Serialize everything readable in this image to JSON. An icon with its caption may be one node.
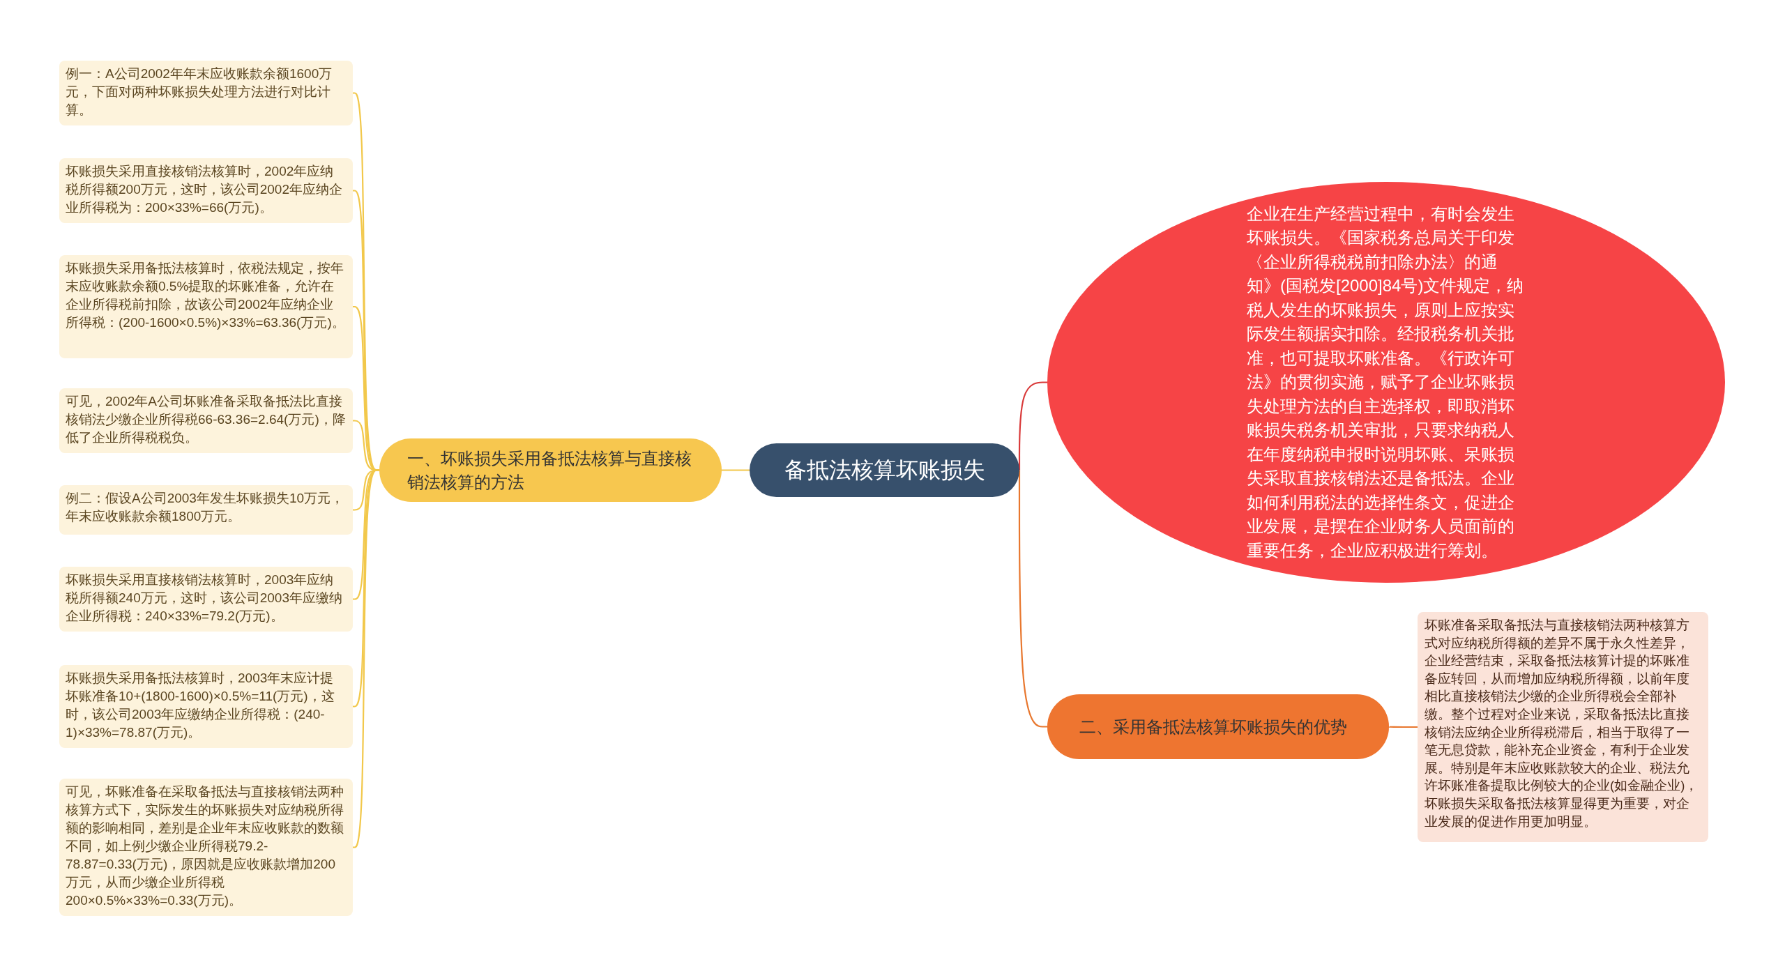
{
  "diagram": {
    "nodes": [
      {
        "text": [
          "备抵法核算坏账损失"
        ]
      },
      {
        "text": [
          "一、坏账损失采用备抵法核算与直接核销法核算的方法"
        ]
      },
      {
        "text": [
          "例一：A公司2002年年末应收账款余额1600万元，下面对两种坏账损失处理方法进行对比计算。"
        ]
      },
      {
        "text": [
          "坏账损失采用直接核销法核算时，2002年应纳税所得额200万元，这时，该公司2002年应纳企业所得税为：200×33%=66(万元)。"
        ]
      },
      {
        "text": [
          "坏账损失采用备抵法核算时，依税法规定，按年末应收账款余额0.5%提取的坏账准备，允许在企业所得税前扣除，故该公司2002年应纳企业所得税：(200-1600×0.5%)×33%=63.36(万元)。"
        ]
      },
      {
        "text": [
          "可见，2002年A公司坏账准备采取备抵法比直接核销法少缴企业所得税66-63.36=2.64(万元)，降低了企业所得税税负。"
        ]
      },
      {
        "text": [
          "例二：假设A公司2003年发生坏账损失10万元，年末应收账款余额1800万元。"
        ]
      },
      {
        "text": [
          "坏账损失采用直接核销法核算时，2003年应纳税所得额240万元，这时，该公司2003年应缴纳企业所得税：240×33%=79.2(万元)。"
        ]
      },
      {
        "text": [
          "坏账损失采用备抵法核算时，2003年末应计提坏账准备10+(1800-1600)×0.5%=11(万元)，这时，该公司2003年应缴纳企业所得税：(240-1)×33%=78.87(万元)。"
        ]
      },
      {
        "text": [
          "可见，坏账准备在采取备抵法与直接核销法两种核算方式下，实际发生的坏账损失对应纳税所得额的影响相同，差别是企业年末应收账款的数额不同，如上例少缴企业所得税79.2-78.87=0.33(万元)，原因就是应收账款增加200万元，从而少缴企业所得税200×0.5%×33%=0.33(万元)。"
        ]
      },
      {
        "text": [
          "企业在生产经营过程中，有时会发生坏账损失。《国家税务总局关于印发〈企业所得税税前扣除办法〉的通知》(国税发[2000]84号)文件规定，纳税人发生的坏账损失，原则上应按实际发生额据实扣除。经报税务机关批准，也可提取坏账准备。《行政许可法》的贯彻实施，赋予了企业坏账损失处理方法的自主选择权，即取消坏账损失税务机关审批，只要求纳税人在年度纳税申报时说明坏账、呆账损失采取直接核销法还是备抵法。企业如何利用税法的选择性条文，促进企业发展，是摆在企业财务人员面前的重要任务，企业应积极进行筹划。"
        ]
      },
      {
        "text": [
          "二、采用备抵法核算坏账损失的优势"
        ]
      },
      {
        "text": [
          "坏账准备采取备抵法与直接核销法两种核算方式对应纳税所得额的差异不属于永久性差异，企业经营结束，采取备抵法核算计提的坏账准备应转回，从而增加应纳税所得额，以前年度相比直接核销法少缴的企业所得税会全部补缴。整个过程对企业来说，采取备抵法比直接核销法应纳企业所得税滞后，相当于取得了一笔无息贷款，能补充企业资金，有利于企业发展。特别是年末应收账款较大的企业、税法允许坏账准备提取比例较大的企业(如金融企业)，坏账损失采取备抵法核算显得更为重要，对企业发展的促进作用更加明显。"
        ]
      }
    ],
    "edges": [
      {
        "from": 0,
        "to": 1,
        "arrow": "none"
      },
      {
        "from": 1,
        "to": 2,
        "arrow": "none"
      },
      {
        "from": 1,
        "to": 3,
        "arrow": "none"
      },
      {
        "from": 1,
        "to": 4,
        "arrow": "none"
      },
      {
        "from": 1,
        "to": 5,
        "arrow": "none"
      },
      {
        "from": 1,
        "to": 6,
        "arrow": "none"
      },
      {
        "from": 1,
        "to": 7,
        "arrow": "none"
      },
      {
        "from": 1,
        "to": 8,
        "arrow": "none"
      },
      {
        "from": 1,
        "to": 9,
        "arrow": "none"
      },
      {
        "from": 0,
        "to": 10,
        "arrow": "none",
        "color": "#d93a3a"
      },
      {
        "from": 0,
        "to": 11,
        "arrow": "none",
        "color": "#e8772e"
      },
      {
        "from": 11,
        "to": 12,
        "arrow": "none",
        "color": "#e8772e"
      }
    ]
  }
}
